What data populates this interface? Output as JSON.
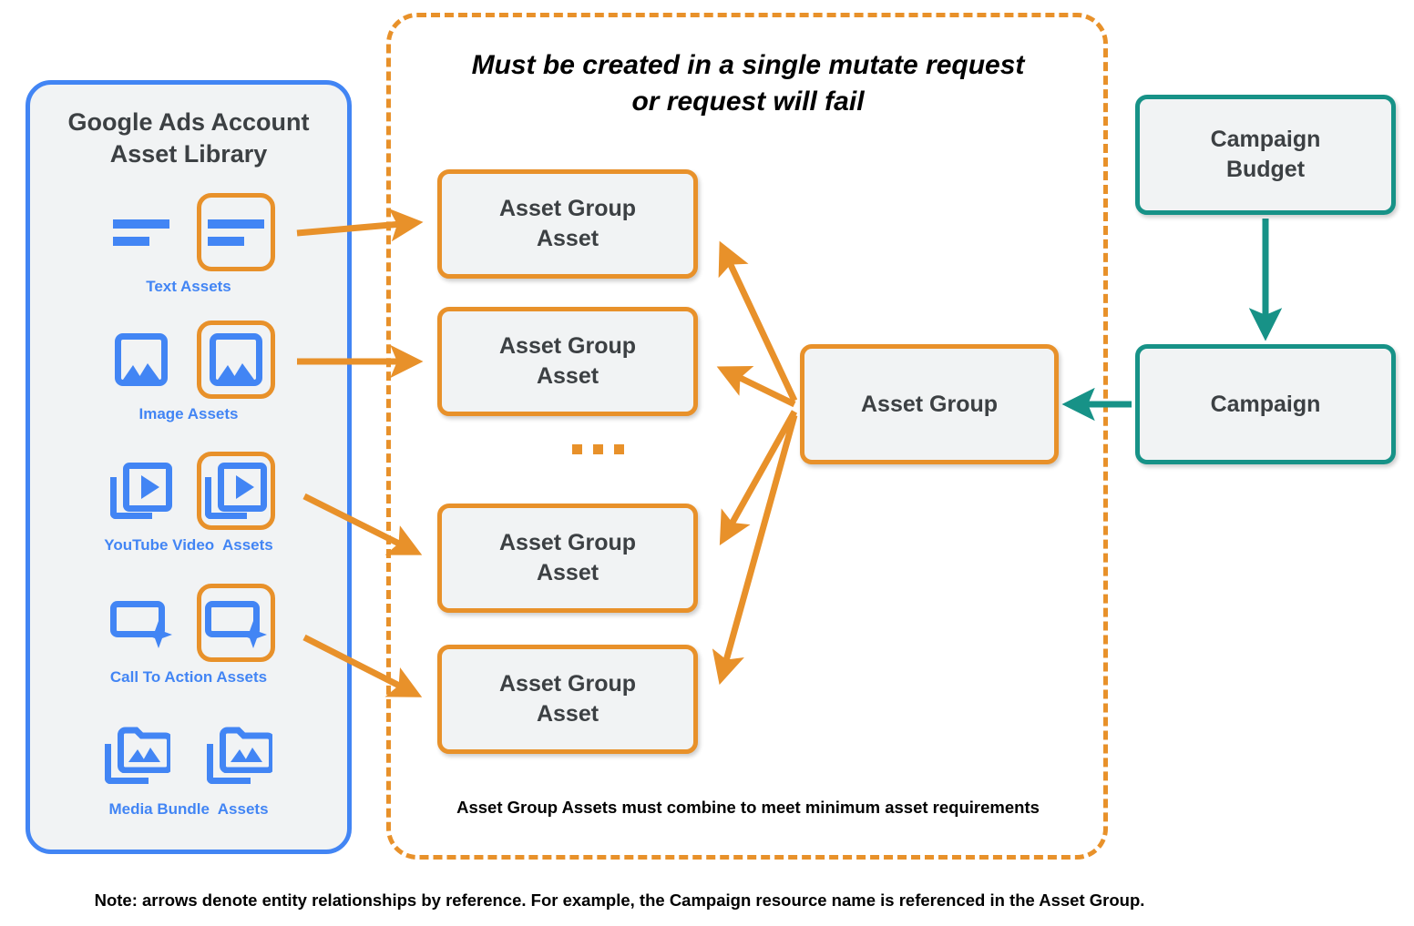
{
  "diagram": {
    "title": "Google Ads Performance Max asset group relationships",
    "colors": {
      "orange": "#e8912a",
      "blue": "#4285f4",
      "teal": "#179287",
      "node_fill": "#f1f3f4",
      "node_text": "#3c4043",
      "background": "#ffffff"
    }
  },
  "library": {
    "title": "Google Ads Account\nAsset Library",
    "assets": [
      {
        "label": "Text Assets",
        "icon": "text-asset-icon",
        "selected": true
      },
      {
        "label": "Image Assets",
        "icon": "image-asset-icon",
        "selected": true
      },
      {
        "label": "YouTube Video  Assets",
        "icon": "youtube-video-asset-icon",
        "selected": true
      },
      {
        "label": "Call To Action Assets",
        "icon": "call-to-action-asset-icon",
        "selected": true
      },
      {
        "label": "Media Bundle  Assets",
        "icon": "media-bundle-asset-icon",
        "selected": false
      }
    ]
  },
  "mutate_panel": {
    "title": "Must be created in a single mutate request\nor request will fail",
    "footnote": "Asset Group Assets must combine to meet minimum asset requirements",
    "asset_group_assets": [
      {
        "label": "Asset Group\nAsset"
      },
      {
        "label": "Asset Group\nAsset"
      },
      {
        "label": "Asset Group\nAsset"
      },
      {
        "label": "Asset Group\nAsset"
      }
    ],
    "ellipsis": "..."
  },
  "nodes": {
    "asset_group": "Asset Group",
    "campaign_budget": "Campaign\nBudget",
    "campaign": "Campaign"
  },
  "footer": {
    "note": "Note: arrows denote entity relationships by reference. For example, the Campaign resource name is referenced in the Asset Group."
  }
}
